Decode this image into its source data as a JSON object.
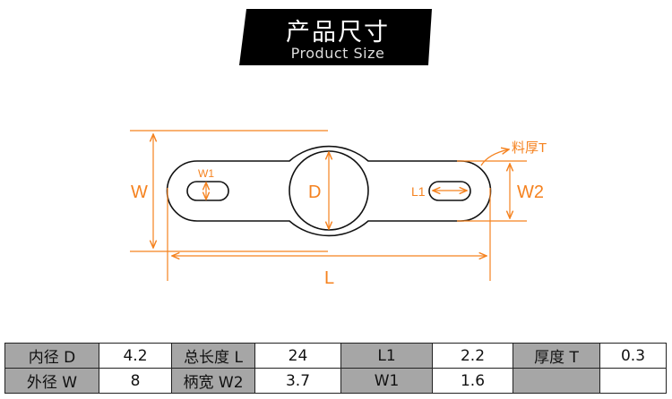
{
  "header": {
    "title": "产品尺寸",
    "subtitle": "Product Size"
  },
  "diagram": {
    "labels": {
      "W": "W",
      "W1": "W1",
      "D": "D",
      "L1": "L1",
      "W2": "W2",
      "L": "L",
      "T": "料厚T"
    },
    "colors": {
      "dimension": "#f5821f",
      "outline": "#111111"
    }
  },
  "table": {
    "rows": [
      [
        {
          "t": "内径 D",
          "h": true
        },
        {
          "t": "4.2"
        },
        {
          "t": "总长度 L",
          "h": true
        },
        {
          "t": "24"
        },
        {
          "t": "L1",
          "h": true
        },
        {
          "t": "2.2"
        },
        {
          "t": "厚度 T",
          "h": true
        },
        {
          "t": "0.3"
        }
      ],
      [
        {
          "t": "外径 W",
          "h": true
        },
        {
          "t": "8"
        },
        {
          "t": "柄宽 W2",
          "h": true
        },
        {
          "t": "3.7"
        },
        {
          "t": "W1",
          "h": true
        },
        {
          "t": "1.6"
        },
        {
          "t": "",
          "h": true
        },
        {
          "t": ""
        }
      ]
    ]
  }
}
